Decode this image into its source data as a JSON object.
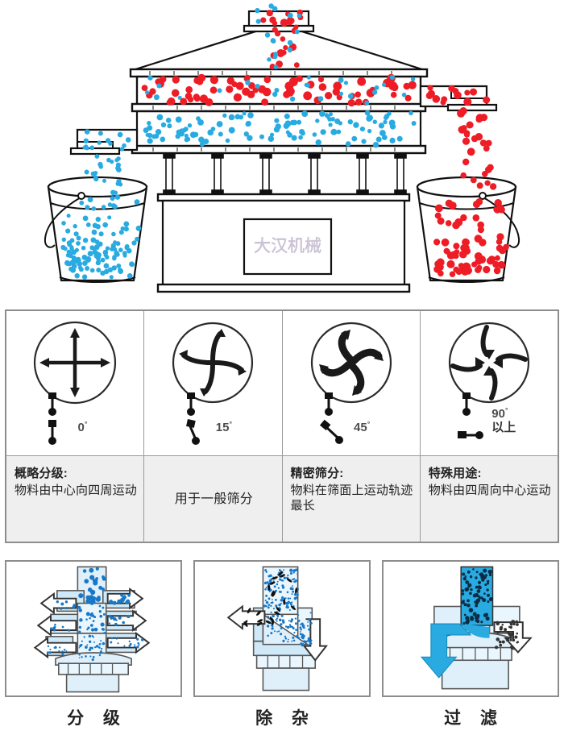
{
  "machine": {
    "name": "rotary-vibrating-screen",
    "watermark_text": "大汉机械",
    "brand_mark": "Dahan",
    "colors": {
      "red_particle": "#ee1c25",
      "blue_particle": "#29abe2",
      "outline": "#1a1a1a"
    },
    "particles": {
      "top_layer_label": "red",
      "bottom_layer_label": "blue",
      "left_bucket": "blue",
      "right_bucket": "red"
    }
  },
  "angle_table": {
    "columns": [
      {
        "icon": "cross-arrows-outward-icon",
        "weight_icon": "weights-aligned-0-icon",
        "angle": "0",
        "degree_symbol": "°",
        "angle_extra": "",
        "title": "概略分级:",
        "desc": "物料由中心向四周运动"
      },
      {
        "icon": "pinwheel-spiral-15-icon",
        "weight_icon": "weights-offset-15-icon",
        "angle": "15",
        "degree_symbol": "°",
        "angle_extra": "",
        "title": "",
        "desc": "用于一般筛分"
      },
      {
        "icon": "pinwheel-spiral-45-icon",
        "weight_icon": "weights-offset-45-icon",
        "angle": "45",
        "degree_symbol": "°",
        "angle_extra": "",
        "title": "精密筛分:",
        "desc": "物料在筛面上运动轨迹最长"
      },
      {
        "icon": "cross-arrows-inward-icon",
        "weight_icon": "weights-offset-90-icon",
        "angle": "90",
        "degree_symbol": "°",
        "angle_extra": "以上",
        "title": "特殊用途:",
        "desc": "物料由四周向中心运动"
      }
    ]
  },
  "applications": {
    "panels": [
      {
        "icon": "multi-deck-grading-diagram",
        "label": "分 级"
      },
      {
        "icon": "impurity-removal-diagram",
        "label": "除 杂"
      },
      {
        "icon": "liquid-filtering-diagram",
        "label": "过 滤"
      }
    ]
  }
}
